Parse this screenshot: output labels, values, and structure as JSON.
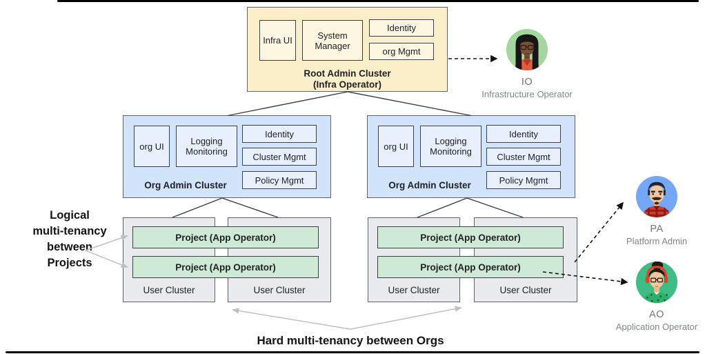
{
  "palette": {
    "root_fill": "#FBEFC9",
    "root_chip_fill": "#FDF7E2",
    "org_fill": "#D2E3FC",
    "org_chip_fill": "#E8F0FE",
    "user_fill": "#E9EAED",
    "project_fill": "#CEEAD6",
    "box_border": "#5F6368",
    "chip_border": "#3C4043",
    "connector_dark": "#3C4043",
    "connector_light": "#BDC1C6",
    "connector_dashed": "#111111",
    "label_gray": "#80868B",
    "io_circle": "#A5D69F",
    "pa_circle": "#74A7F7",
    "ao_circle": "#3FBC85"
  },
  "root_cluster": {
    "title": "Root Admin Cluster",
    "subtitle": "(Infra Operator)",
    "chips": {
      "infra_ui": "Infra UI",
      "system_manager": "System Manager",
      "identity": "Identity",
      "org_mgmt": "org Mgmt"
    }
  },
  "org_cluster_left": {
    "title": "Org Admin Cluster",
    "chips": {
      "org_ui": "org UI",
      "logging": "Logging Monitoring",
      "identity": "Identity",
      "cluster_mgmt": "Cluster Mgmt",
      "policy_mgmt": "Policy Mgmt"
    }
  },
  "org_cluster_right": {
    "title": "Org Admin Cluster",
    "chips": {
      "org_ui": "org UI",
      "logging": "Logging Monitoring",
      "identity": "Identity",
      "cluster_mgmt": "Cluster Mgmt",
      "policy_mgmt": "Policy Mgmt"
    }
  },
  "user_group_left": {
    "project_top": "Project (App Operator)",
    "project_bottom": "Project (App Operator)",
    "cluster_a": "User Cluster",
    "cluster_b": "User Cluster"
  },
  "user_group_right": {
    "project_top": "Project (App Operator)",
    "project_bottom": "Project (App Operator)",
    "cluster_a": "User Cluster",
    "cluster_b": "User Cluster"
  },
  "annotations": {
    "left_lines": [
      "Logical",
      "multi-tenancy",
      "between",
      "Projects"
    ],
    "bottom": "Hard multi-tenancy between Orgs"
  },
  "personas": {
    "io": {
      "abbr": "IO",
      "role": "Infrastructure Operator"
    },
    "pa": {
      "abbr": "PA",
      "role": "Platform Admin"
    },
    "ao": {
      "abbr": "AO",
      "role": "Application Operator"
    }
  }
}
